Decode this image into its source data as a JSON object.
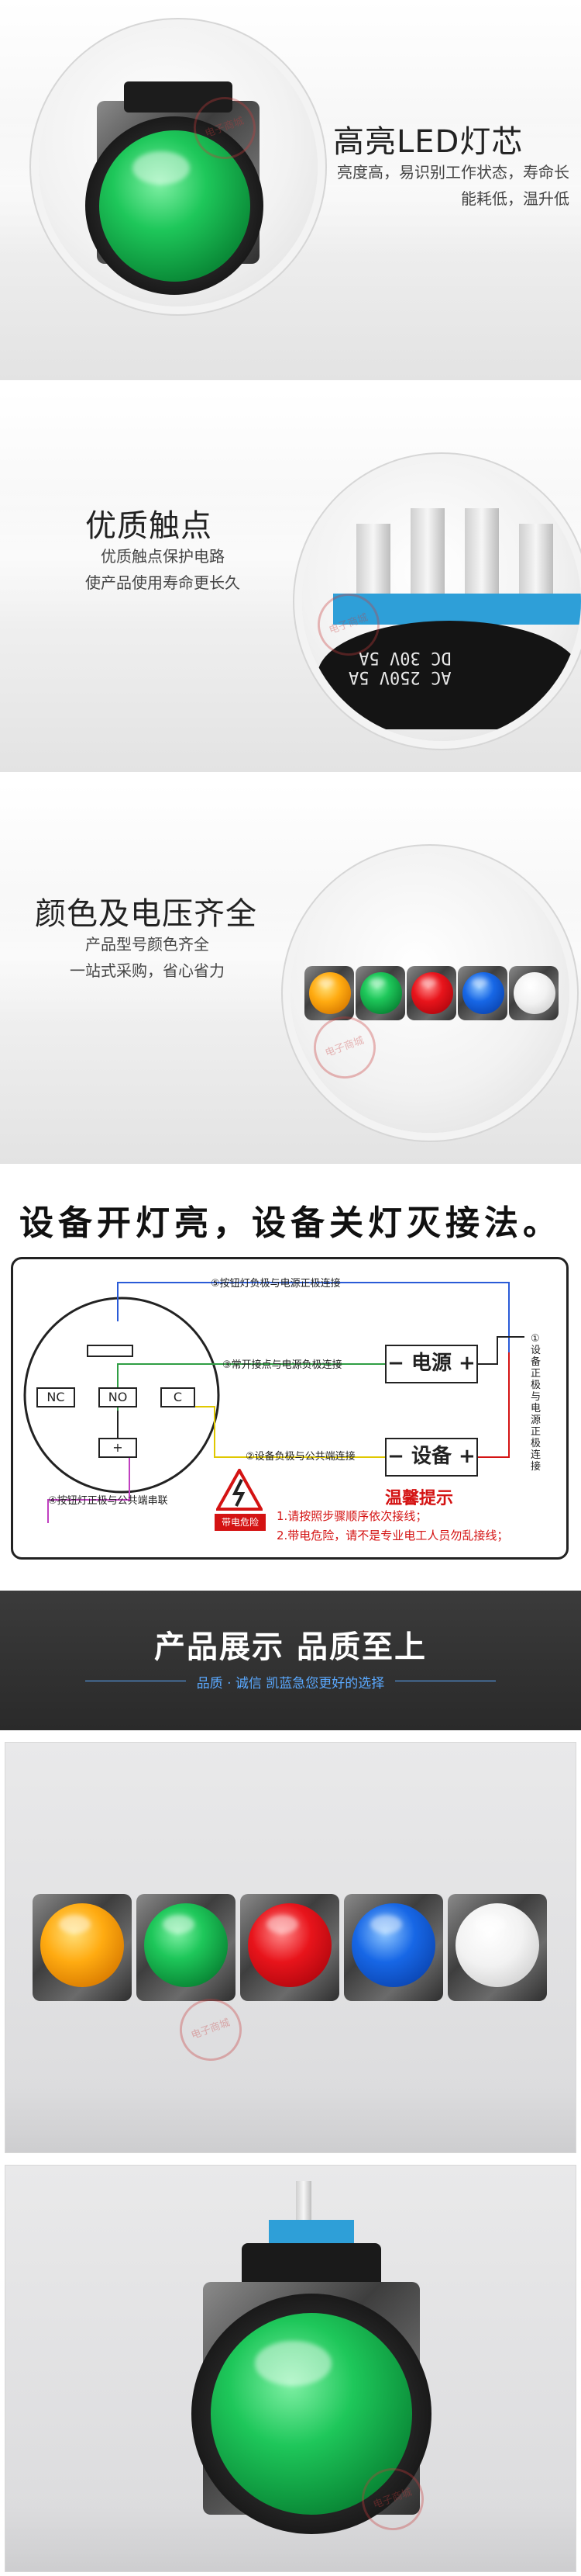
{
  "features": [
    {
      "title": "高亮LED灯芯",
      "desc_lines": [
        "亮度高，易识别工作状态，寿命长",
        "能耗低，温升低"
      ]
    },
    {
      "title": "优质触点",
      "desc_lines": [
        "优质触点保护电路",
        "使产品使用寿命更长久"
      ]
    },
    {
      "title": "颜色及电压齐全",
      "desc_lines": [
        "产品型号颜色齐全",
        "一站式采购，省心省力"
      ]
    }
  ],
  "terminal_print": {
    "line1": "AC 250V 5A",
    "line2": "DC 30V 5A"
  },
  "wiring": {
    "title": "设备开灯亮，设备关灯灭接法。",
    "terminals": {
      "nc": "NC",
      "no": "NO",
      "c": "C",
      "plus": "+"
    },
    "power_label": "电源",
    "device_label": "设备",
    "steps": [
      "⑤按钮灯负极与电源正极连接",
      "③常开接点与电源负极连接",
      "②设备负极与公共端连接",
      "④按钮灯正极与公共端串联"
    ],
    "step1_vertical": "①设备正极与电源正极连接",
    "warning_label": "带电危险",
    "tip_title": "温馨提示",
    "tips": [
      "1.请按照步骤顺序依次接线；",
      "2.带电危险，请不是专业电工人员勿乱接线；"
    ],
    "colors": {
      "red": "#d41313",
      "blue": "#2a5bd7",
      "green": "#2f9e44",
      "yellow": "#e0c800"
    }
  },
  "banner": {
    "title": "产品展示 品质至上",
    "subtitle": "品质 · 诚信  凯蓝急您更好的选择"
  },
  "watermark": "电子商城",
  "products_row": [
    "orange",
    "green",
    "red",
    "blue",
    "white"
  ]
}
